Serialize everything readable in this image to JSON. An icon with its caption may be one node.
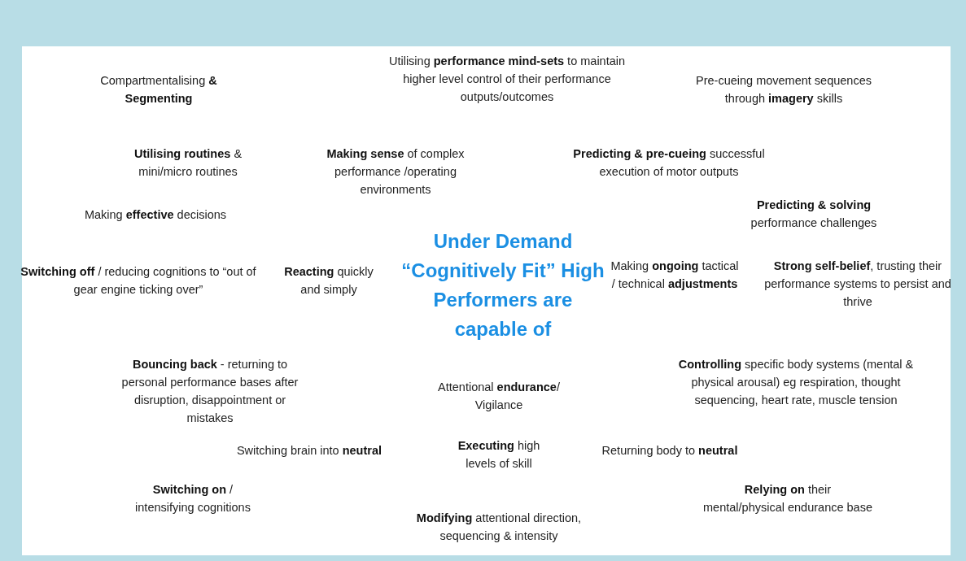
{
  "diagram": {
    "title": "Under Demand “Cognitively Fit” High Performers are capable of",
    "labels": [
      "Compartmentalising **& Segmenting**",
      "Utilising **performance mind-sets** to maintain higher level control of their performance outputs/outcomes",
      "Pre-cueing movement sequences through **imagery** skills",
      "**Utilising routines** & mini/micro routines",
      "**Making sense** of complex performance /operating environments",
      "**Predicting & pre-cueing** successful execution of motor outputs",
      "Making **effective** decisions",
      "**Predicting & solving** performance challenges",
      "**Switching off** / reducing cognitions to “out of gear engine ticking over”",
      "**Reacting** quickly and simply",
      "Making **ongoing** tactical / technical **adjustments**",
      "**Strong self-belief**, trusting their performance systems to persist and thrive",
      "**Bouncing back** - returning to personal performance bases after disruption, disappointment or mistakes",
      "Attentional **endurance**/ Vigilance",
      "**Controlling** specific body systems (mental & physical arousal) eg respiration, thought sequencing, heart rate, muscle tension",
      "Switching brain into **neutral**",
      "**Executing** high levels of skill",
      "Returning body to **neutral**",
      "**Switching on** / intensifying cognitions",
      "**Relying on** their mental/physical endurance base",
      "**Modifying** attentional direction, sequencing & intensity"
    ]
  }
}
